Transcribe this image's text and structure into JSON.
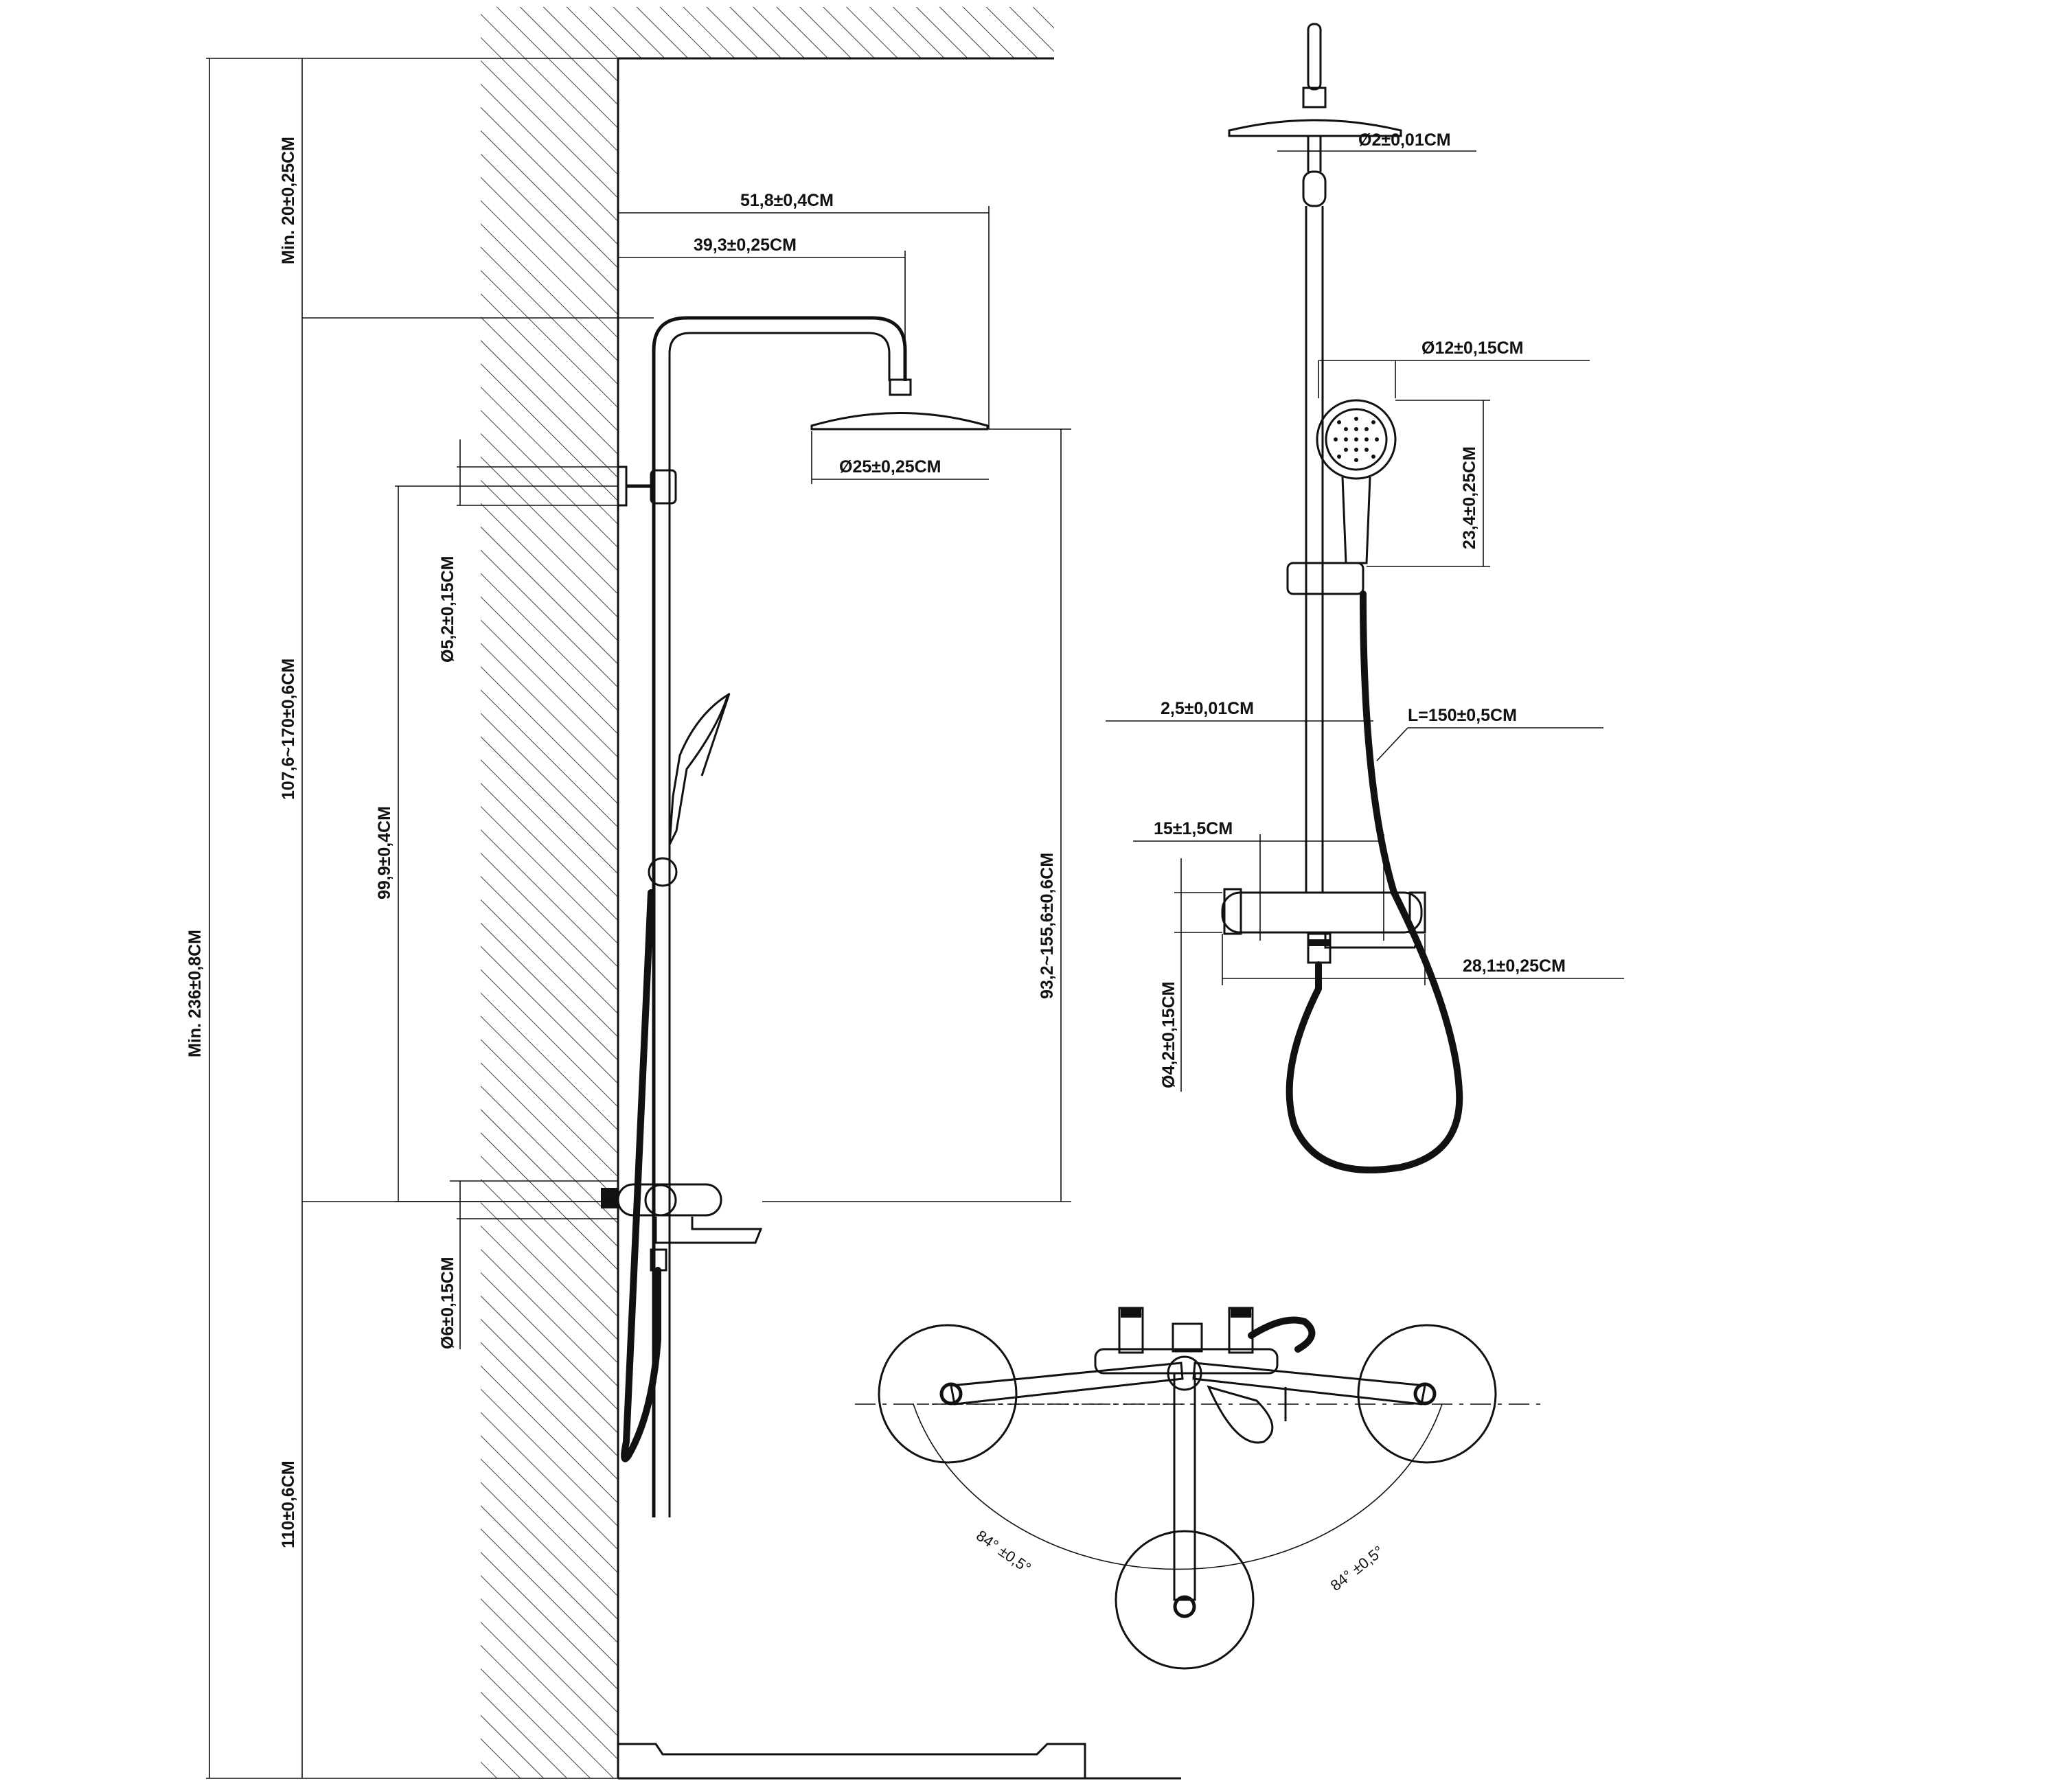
{
  "colors": {
    "line": "#111111",
    "background": "#ffffff"
  },
  "side_view": {
    "min_height_top": "Min. 20±0,25CM",
    "total_height": "Min. 236±0,8CM",
    "adjustable_height": "107,6~170±0,6CM",
    "mixer_height": "110±0,6CM",
    "arm_reach": "51,8±0,4CM",
    "arm_to_head": "39,3±0,25CM",
    "head_diameter": "Ø25±0,25CM",
    "upper_bracket_diameter": "Ø5,2±0,15CM",
    "bracket_spacing": "99,9±0,4CM",
    "lower_flange_diameter": "Ø6±0,15CM",
    "head_to_mixer": "93,2~155,6±0,6CM"
  },
  "front_view": {
    "top_pipe_diameter": "Ø2±0,01CM",
    "hand_shower_diameter": "Ø12±0,15CM",
    "hand_shower_length": "23,4±0,25CM",
    "rail_diameter": "2,5±0,01CM",
    "hose_length": "L=150±0,5CM",
    "inlet_spacing": "15±1,5CM",
    "spout_diameter": "Ø4,2±0,15CM",
    "mixer_width": "28,1±0,25CM"
  },
  "top_view": {
    "angle_left": "84° ±0,5°",
    "angle_right": "84° ±0,5°"
  }
}
